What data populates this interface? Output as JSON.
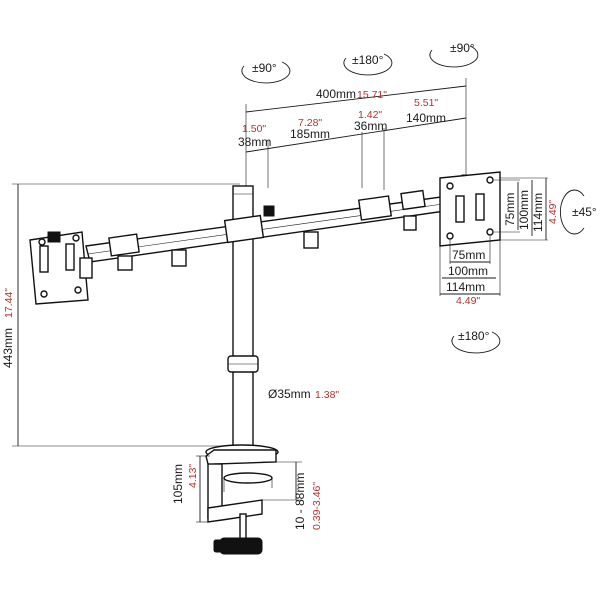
{
  "rotations": {
    "left_arm": "±90°",
    "center": "±180°",
    "right_arm": "±90°",
    "tilt": "±45°",
    "swivel": "±180°"
  },
  "dimensions": {
    "span_mm": "400mm",
    "span_in": "15.71\"",
    "offset_mm": "38mm",
    "offset_in": "1.50\"",
    "seg1_mm": "185mm",
    "seg1_in": "7.28\"",
    "seg2_mm": "36mm",
    "seg2_in": "1.42\"",
    "seg3_mm": "140mm",
    "seg3_in": "5.51\"",
    "height_mm": "443mm",
    "height_in": "17.44\"",
    "pole_dia_mm": "Ø35mm",
    "pole_dia_in": "1.38\"",
    "clamp_mm": "105mm",
    "clamp_in": "4.13\"",
    "desk_mm": "10 - 88mm",
    "desk_in": "0.39-3.46\"",
    "vesa_small": "75mm",
    "vesa_mid": "100mm",
    "vesa_large": "114mm",
    "vesa_in": "4.49\"",
    "vesa_v_small": "75mm",
    "vesa_v_mid": "100mm",
    "vesa_v_large": "114mm",
    "vesa_v_in": "4.49\""
  }
}
